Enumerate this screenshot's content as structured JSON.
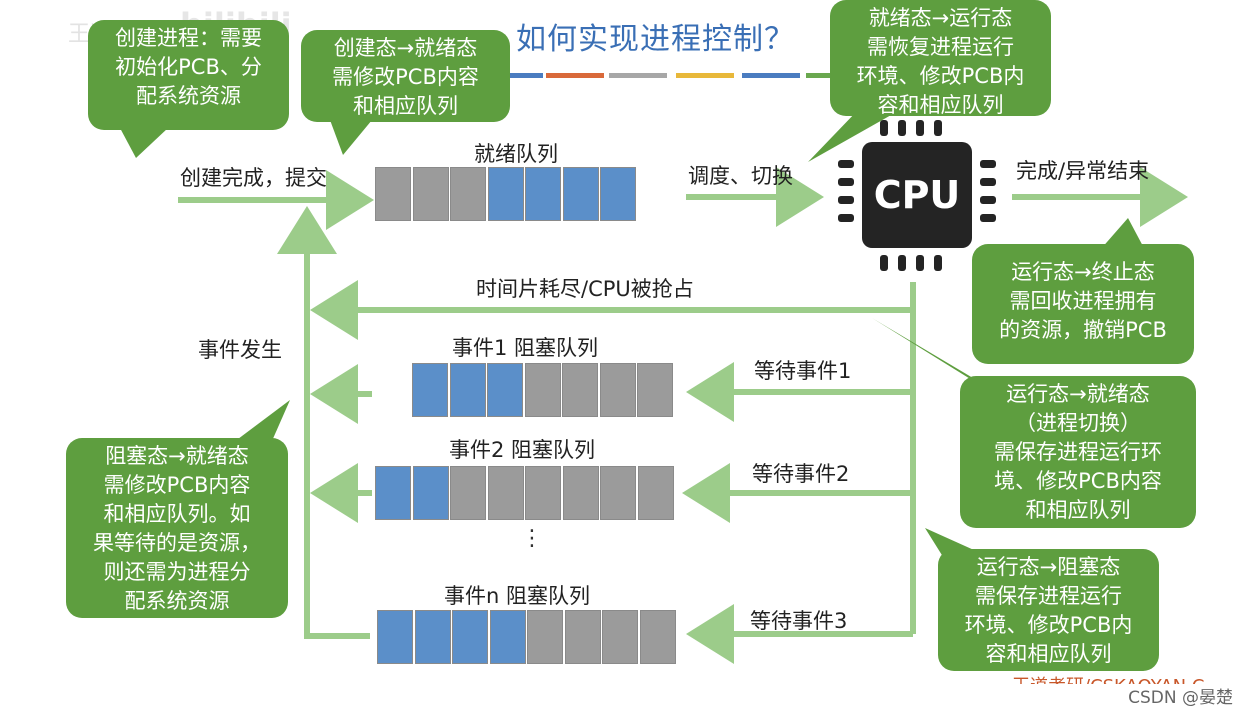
{
  "title": "如何实现进程控制？",
  "watermark": "王道论坛",
  "title_underline_colors": [
    "#4a7cc0",
    "#d9693a",
    "#a7a7a7",
    "#e8b83a",
    "#4a7cc0",
    "#6aa84f"
  ],
  "bubbles": {
    "create": [
      "创建进程：需要",
      "初始化PCB、分",
      "配系统资源"
    ],
    "new_to_ready": [
      "创建态→就绪态",
      "需修改PCB内容",
      "和相应队列"
    ],
    "ready_to_running": [
      "就绪态→运行态",
      "需恢复进程运行",
      "环境、修改PCB内",
      "容和相应队列"
    ],
    "running_to_terminated": [
      "运行态→终止态",
      "需回收进程拥有",
      "的资源，撤销PCB"
    ],
    "running_to_ready": [
      "运行态→就绪态",
      "（进程切换）",
      "需保存进程运行环",
      "境、修改PCB内容",
      "和相应队列"
    ],
    "blocked_to_ready": [
      "阻塞态→就绪态",
      "需修改PCB内容",
      "和相应队列。如",
      "果等待的是资源，",
      "则还需为进程分",
      "配系统资源"
    ],
    "running_to_blocked": [
      "运行态→阻塞态",
      "需保存进程运行",
      "环境、修改PCB内",
      "容和相应队列"
    ]
  },
  "labels": {
    "create_submit": "创建完成，提交",
    "ready_queue": "就绪队列",
    "dispatch": "调度、切换",
    "finish": "完成/异常结束",
    "timeout": "时间片耗尽/CPU被抢占",
    "event_occur": "事件发生",
    "queue1": "事件1 阻塞队列",
    "queue2": "事件2 阻塞队列",
    "queuen": "事件n 阻塞队列",
    "wait1": "等待事件1",
    "wait2": "等待事件2",
    "wait3": "等待事件3",
    "dots": "⋮"
  },
  "cpu_label": "CPU",
  "queues": {
    "ready": [
      "gray",
      "gray",
      "gray",
      "blue",
      "blue",
      "blue",
      "blue"
    ],
    "event1": [
      "blue",
      "blue",
      "blue",
      "gray",
      "gray",
      "gray",
      "gray"
    ],
    "event2": [
      "blue",
      "blue",
      "gray",
      "gray",
      "gray",
      "gray",
      "gray",
      "gray"
    ],
    "eventn": [
      "blue",
      "blue",
      "blue",
      "blue",
      "gray",
      "gray",
      "gray",
      "gray"
    ]
  },
  "colors": {
    "arrow_green": "#9ccc8a",
    "bubble_green": "#5e9e3f",
    "queue_blue": "#5b8fc9",
    "queue_gray": "#9b9b9b",
    "cpu_dark": "#242424"
  },
  "footer": "CSDN @晏楚",
  "footer_partial": "王道考研/CSKAOYAN.C"
}
